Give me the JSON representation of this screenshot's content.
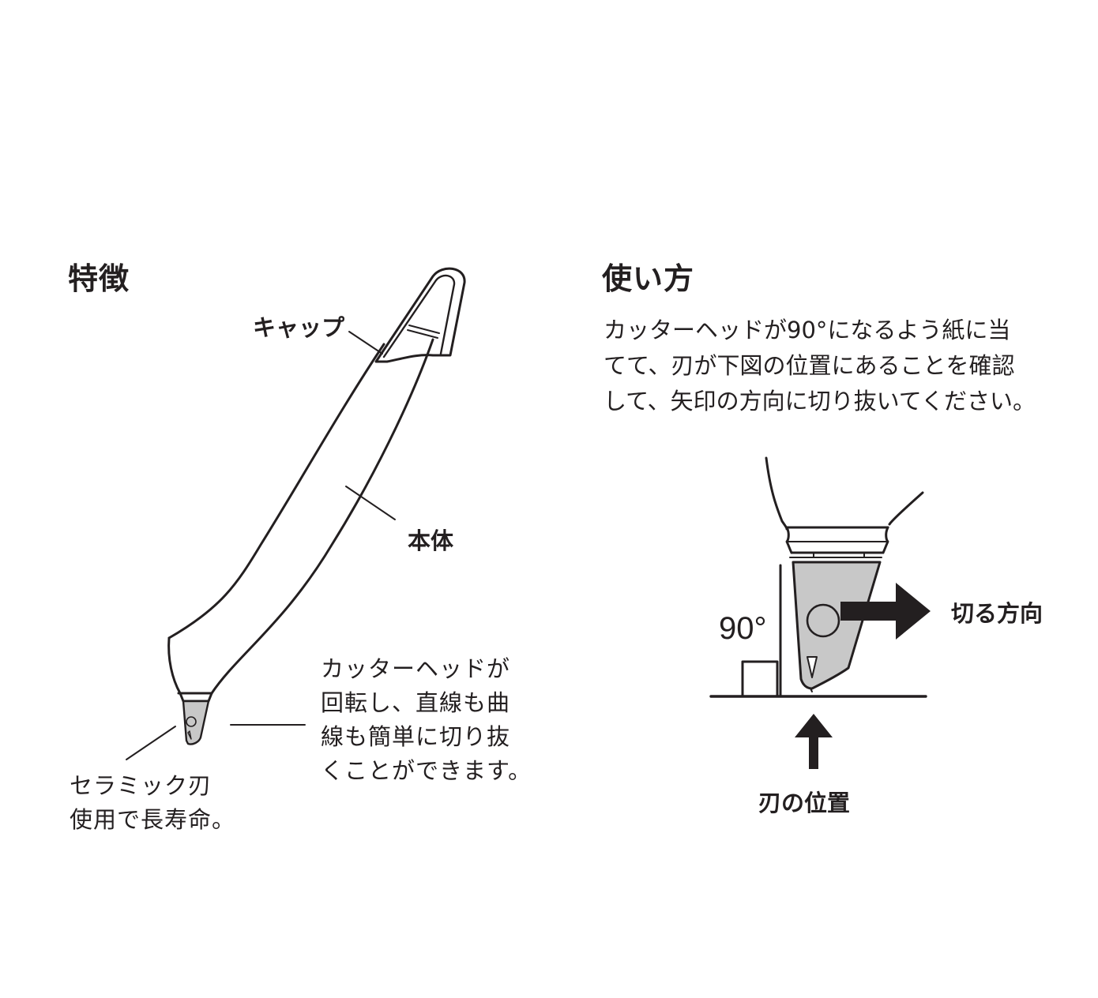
{
  "features": {
    "heading": "特徴",
    "labels": {
      "cap": "キャップ",
      "body": "本体"
    },
    "cutter_head_note": [
      "カッターヘッドが",
      "回転し、直線も曲",
      "線も簡単に切り抜",
      "くことができます。"
    ],
    "ceramic_note": [
      "セラミック刃",
      "使用で長寿命。"
    ]
  },
  "usage": {
    "heading": "使い方",
    "instructions": [
      "カッターヘッドが90°になるよう紙に当",
      "てて、刃が下図の位置にあることを確認",
      "して、矢印の方向に切り抜いてください。"
    ],
    "angle_label": "90°",
    "cut_direction_label": "切る方向",
    "blade_position_label": "刃の位置"
  },
  "colors": {
    "ink": "#231f20",
    "blade_fill": "#c8c8c8",
    "background": "#ffffff"
  }
}
